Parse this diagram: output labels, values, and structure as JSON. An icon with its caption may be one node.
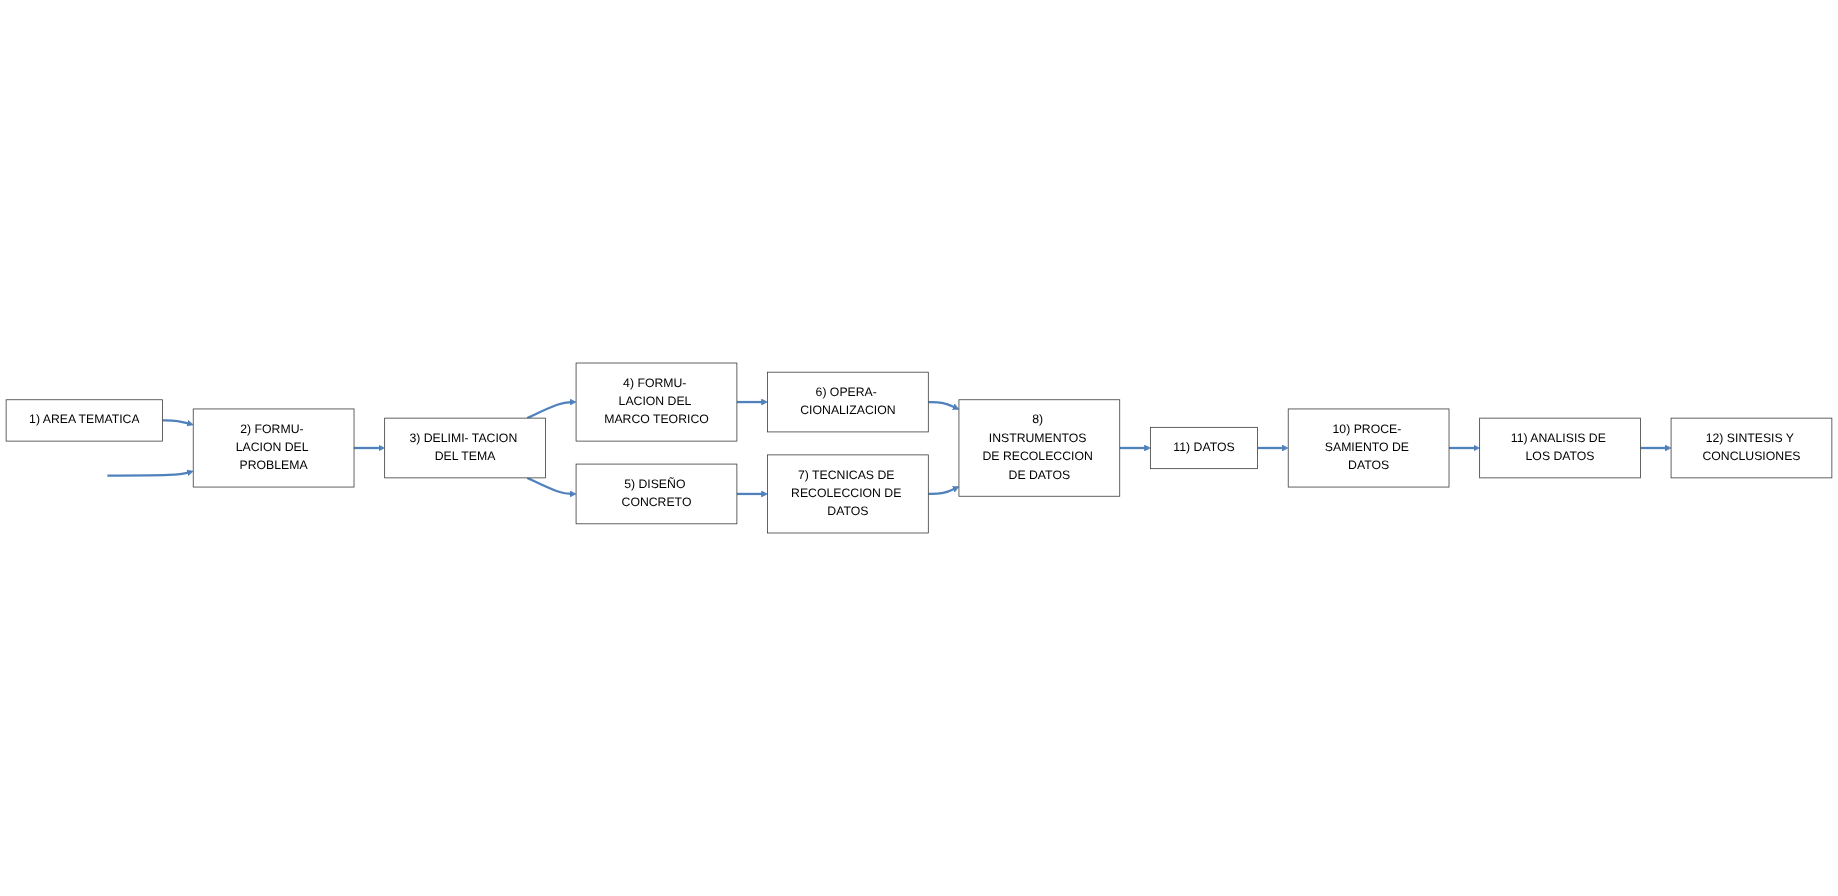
{
  "diagram": {
    "nodes": [
      {
        "text": [
          "1) AREA TEMATICA"
        ]
      },
      {
        "text": [
          "2) FORMU- LACION DEL PROBLEMA"
        ]
      },
      {
        "text": [
          "3) DELIMI- TACION DEL TEMA"
        ]
      },
      {
        "text": [
          "4) FORMU- LACION DEL MARCO TEORICO"
        ]
      },
      {
        "text": [
          "6) OPERA- CIONALIZACION"
        ]
      },
      {
        "text": [
          "5) DISEÑO CONCRETO"
        ]
      },
      {
        "text": [
          "7) TECNICAS DE RECOLECCION DE DATOS"
        ]
      },
      {
        "text": [
          "8) INSTRUMENTOS DE RECOLECCION DE DATOS"
        ]
      },
      {
        "text": [
          "12) SINTESIS Y CONCLUSIONES"
        ]
      },
      {
        "text": [
          "11) ANALISIS DE LOS DATOS"
        ]
      },
      {
        "text": [
          "10) PROCE- SAMIENTO DE DATOS"
        ]
      },
      {
        "text": [
          "11) DATOS"
        ]
      }
    ],
    "edges": [
      {
        "from": 0,
        "to": 1,
        "arrow": "to"
      },
      {
        "from": 1,
        "to": 2,
        "arrow": "to"
      },
      {
        "from": 2,
        "to": 3,
        "arrow": "to"
      },
      {
        "from": 3,
        "to": 4,
        "arrow": "to"
      },
      {
        "from": 2,
        "to": 5,
        "arrow": "to"
      },
      {
        "from": 4,
        "to": 7,
        "arrow": "to"
      },
      {
        "from": 5,
        "to": 6,
        "arrow": "to"
      },
      {
        "from": 6,
        "to": 7,
        "arrow": "to"
      },
      {
        "from": 7,
        "to": 11,
        "arrow": "to"
      },
      {
        "from": 11,
        "to": 10,
        "arrow": "to"
      },
      {
        "from": 10,
        "to": 9,
        "arrow": "to"
      },
      {
        "from": 9,
        "to": 8,
        "arrow": "to"
      },
      {
        "from": null,
        "to": 1,
        "arrow": "to"
      }
    ]
  }
}
